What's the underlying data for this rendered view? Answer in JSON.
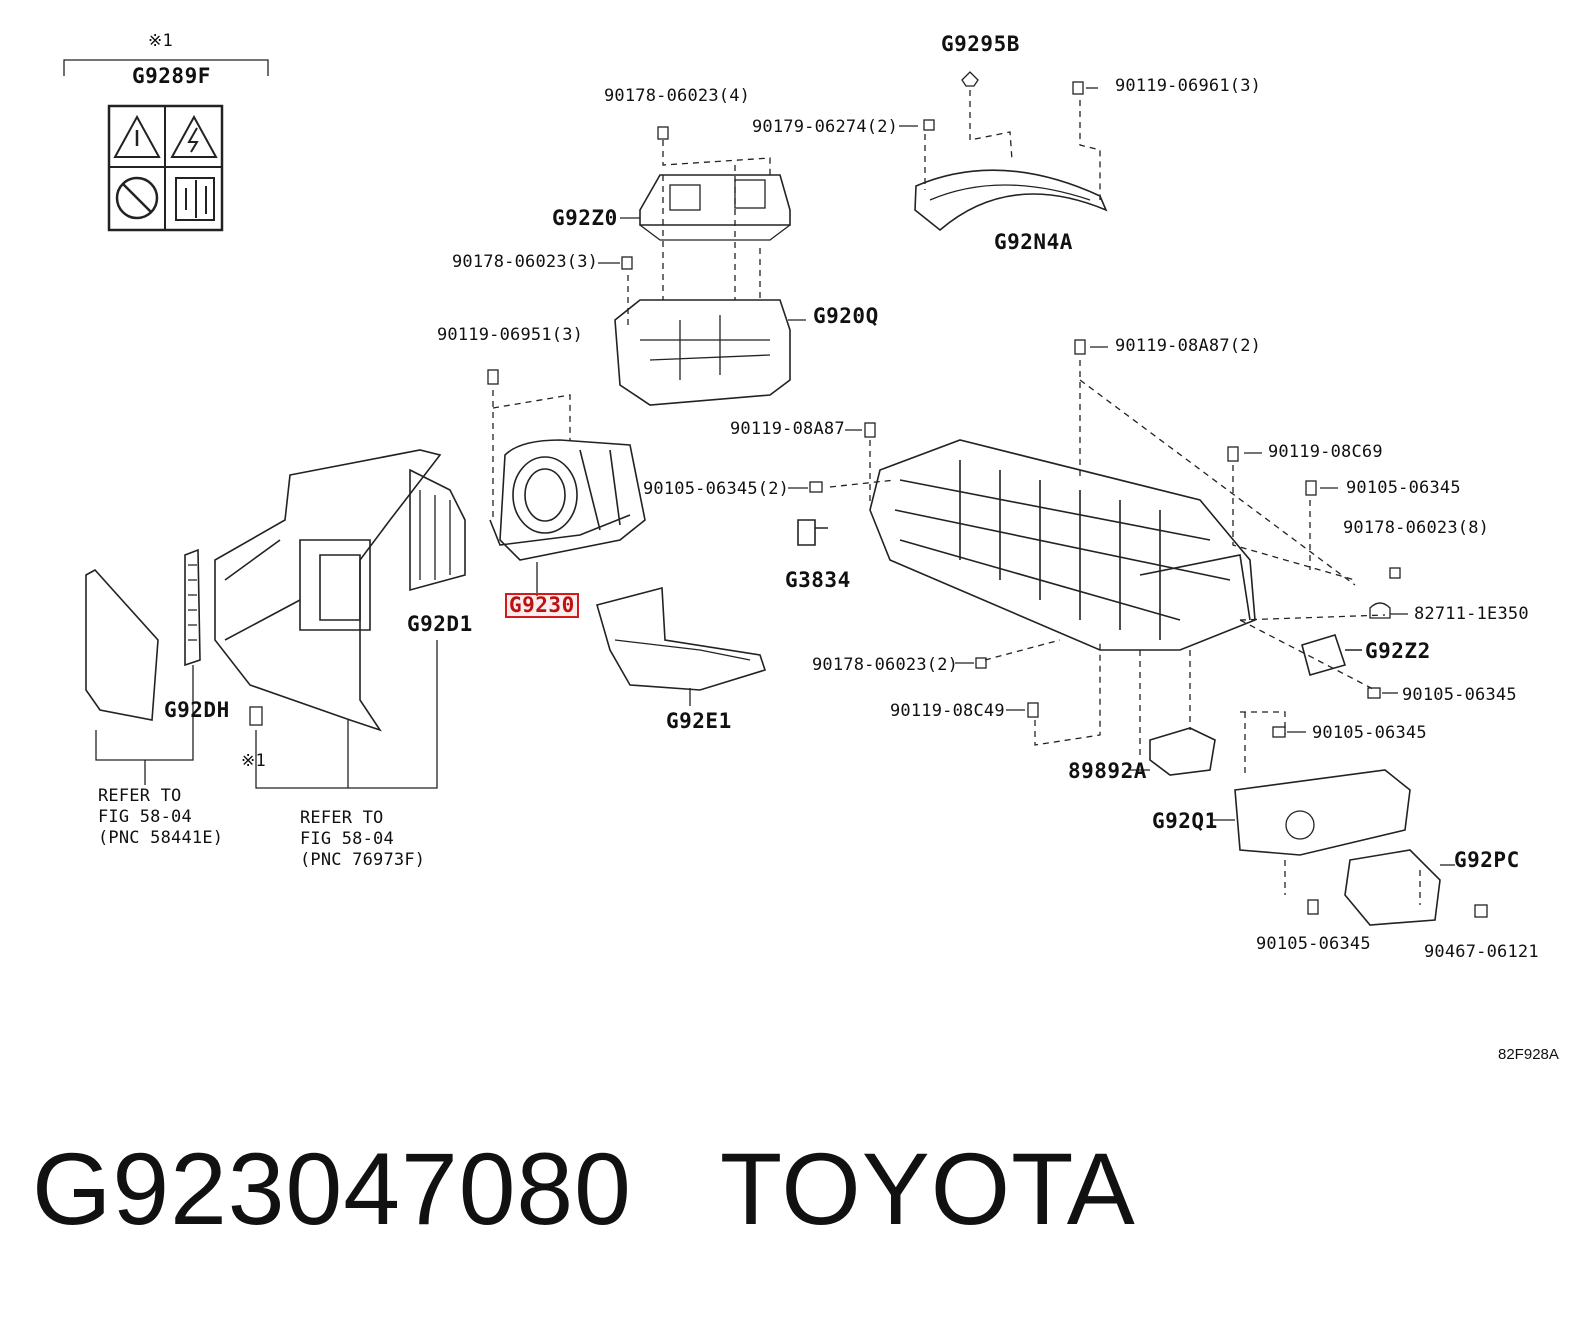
{
  "figure_code": "82F928A",
  "caption": {
    "part_number": "G923047080",
    "brand": "TOYOTA"
  },
  "highlighted_part": "G9230",
  "parts": {
    "p_g9289f": "G9289F",
    "p_note_mark_top": "※1",
    "p_g9295b": "G9295B",
    "p_90178_4": "90178-06023(4)",
    "p_90119_06961": "90119-06961(3)",
    "p_90179": "90179-06274(2)",
    "p_g92z0": "G92Z0",
    "p_g92n4a": "G92N4A",
    "p_90178_3": "90178-06023(3)",
    "p_g920q": "G920Q",
    "p_90119_06951": "90119-06951(3)",
    "p_90119_08a87_2": "90119-08A87(2)",
    "p_90119_08a87": "90119-08A87",
    "p_90119_08c69": "90119-08C69",
    "p_90105_2": "90105-06345(2)",
    "p_90105_a": "90105-06345",
    "p_90178_8": "90178-06023(8)",
    "p_g3834": "G3834",
    "p_g9230": "G9230",
    "p_82711": "82711-1E350",
    "p_g92d1": "G92D1",
    "p_g92z2": "G92Z2",
    "p_90178_2": "90178-06023(2)",
    "p_90105_b": "90105-06345",
    "p_g92dh": "G92DH",
    "p_g92e1": "G92E1",
    "p_90119_08c49": "90119-08C49",
    "p_90105_c": "90105-06345",
    "p_note_mark_bottom": "※1",
    "p_89892a": "89892A",
    "p_g92q1": "G92Q1",
    "p_g92pc": "G92PC",
    "p_90105_d": "90105-06345",
    "p_90467": "90467-06121"
  },
  "refer_notes": {
    "left": "REFER TO\nFIG 58-04\n(PNC 58441E)",
    "right": "REFER TO\nFIG 58-04\n(PNC 76973F)"
  }
}
